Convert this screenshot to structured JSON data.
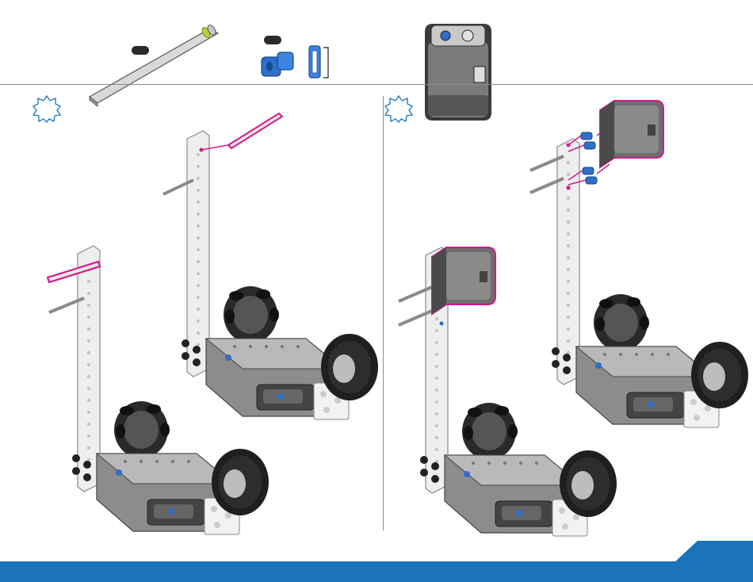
{
  "parts": [
    {
      "name": "shaft",
      "qty": ""
    },
    {
      "name": "shaft-collar",
      "qty": ""
    },
    {
      "name": "smart-motor",
      "qty": ""
    }
  ],
  "steps": [
    {
      "label": "step-1",
      "number": ""
    },
    {
      "label": "step-2",
      "number": ""
    }
  ],
  "colors": {
    "highlight": "#d31a8c",
    "accent_blue": "#1b73ba",
    "part_blue": "#2e6fc9",
    "plastic_light": "#e8e8e8",
    "plastic_dark": "#5a5a5a",
    "tire": "#1f1f1f"
  },
  "page": {
    "number": ""
  }
}
